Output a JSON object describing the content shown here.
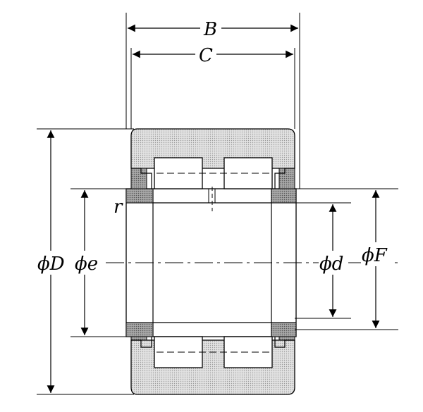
{
  "diagram": {
    "title": "",
    "labels": {
      "B": "B",
      "C": "C",
      "r": "r",
      "D": "ϕD",
      "e": "ϕe",
      "d": "ϕd",
      "F": "ϕF"
    },
    "colors": {
      "line": "#000000",
      "shade": "#c8c8c8",
      "dark_shade": "#8c8c8c",
      "background": "#ffffff"
    }
  }
}
